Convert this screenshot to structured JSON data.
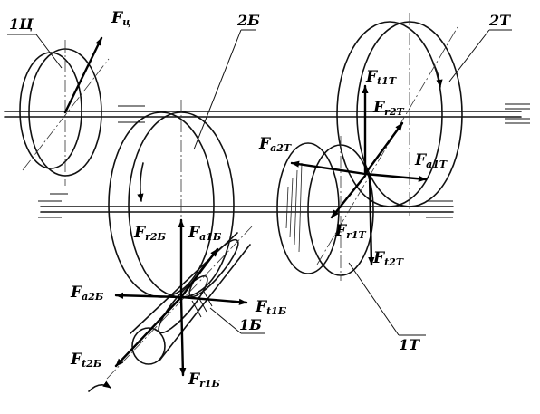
{
  "parts": {
    "gear_1c": "1Ц",
    "gear_2b": "2Б",
    "gear_2t": "2Т",
    "gear_1b": "1Б",
    "gear_1t": "1Т"
  },
  "forces": {
    "fc": {
      "base": "F",
      "sub": "ц"
    },
    "fr2b": {
      "base": "F",
      "sub": "r2Б"
    },
    "fa1b": {
      "base": "F",
      "sub": "a1Б"
    },
    "fa2b": {
      "base": "F",
      "sub": "a2Б"
    },
    "ft1b": {
      "base": "F",
      "sub": "t1Б"
    },
    "ft2b": {
      "base": "F",
      "sub": "t2Б"
    },
    "fr1b": {
      "base": "F",
      "sub": "r1Б"
    },
    "ft1t": {
      "base": "F",
      "sub": "t1T"
    },
    "fr2t": {
      "base": "F",
      "sub": "r2T"
    },
    "fa2t": {
      "base": "F",
      "sub": "a2T"
    },
    "fa1t": {
      "base": "F",
      "sub": "a1T"
    },
    "fr1t": {
      "base": "F",
      "sub": "r1T"
    },
    "ft2t": {
      "base": "F",
      "sub": "t2T"
    }
  }
}
